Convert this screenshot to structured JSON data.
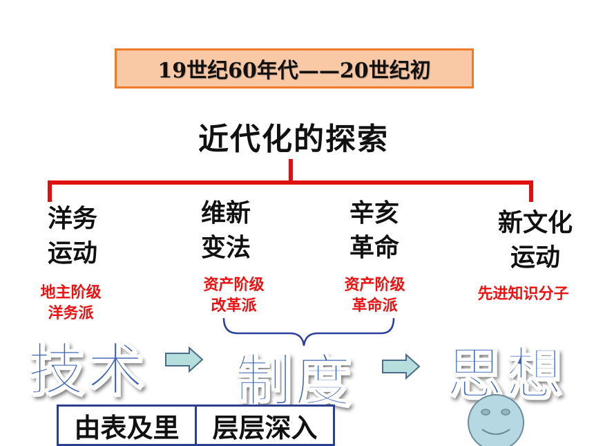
{
  "era": "19世纪60年代——20世纪初",
  "title": "近代化的探索",
  "topics": [
    {
      "name": "洋务\n运动",
      "class_label": "地主阶级\n洋务派"
    },
    {
      "name": "维新\n变法",
      "class_label": "资产阶级\n改革派"
    },
    {
      "name": "辛亥\n革命",
      "class_label": "资产阶级\n革命派"
    },
    {
      "name": "新文化\n运动",
      "class_label": "先进知识分子"
    }
  ],
  "stages": [
    "技术",
    "制度",
    "思想"
  ],
  "summary": [
    "由表及里",
    "层层深入"
  ],
  "colors": {
    "connector": "#e01010",
    "class_text": "#e11111",
    "stage_text": "#3b62b6",
    "era_fill": "#f9c9a6",
    "era_border": "#ef7b2a",
    "arrow_fill": "#b6dedd",
    "bracket": "#2a3fa0",
    "smiley_fill": "#b6d8e3"
  },
  "icons": [
    "right-arrow-icon",
    "smiley-face-icon"
  ]
}
